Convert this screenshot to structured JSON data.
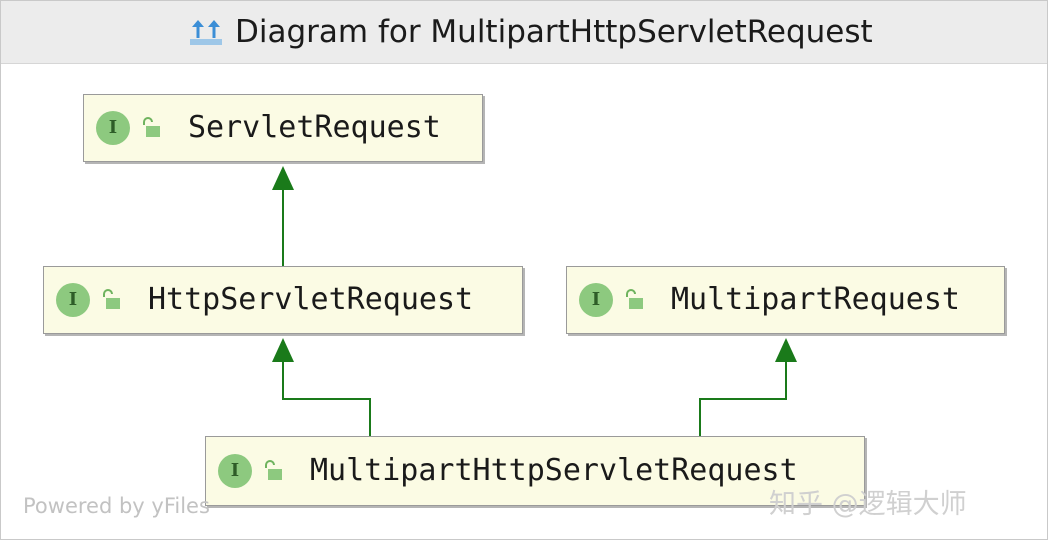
{
  "window": {
    "title": "Diagram for MultipartHttpServletRequest",
    "title_icon": "diagram-hierarchy-icon"
  },
  "nodes": [
    {
      "id": "servlet-request",
      "label": "ServletRequest",
      "kind_badge": "I",
      "visibility_icon": "unlocked-padlock-icon"
    },
    {
      "id": "http-servlet-request",
      "label": "HttpServletRequest",
      "kind_badge": "I",
      "visibility_icon": "unlocked-padlock-icon"
    },
    {
      "id": "multipart-request",
      "label": "MultipartRequest",
      "kind_badge": "I",
      "visibility_icon": "unlocked-padlock-icon"
    },
    {
      "id": "multipart-http-servlet-request",
      "label": "MultipartHttpServletRequest",
      "kind_badge": "I",
      "visibility_icon": "unlocked-padlock-icon"
    }
  ],
  "edges": [
    {
      "from": "http-servlet-request",
      "to": "servlet-request",
      "type": "extends"
    },
    {
      "from": "multipart-http-servlet-request",
      "to": "http-servlet-request",
      "type": "extends"
    },
    {
      "from": "multipart-http-servlet-request",
      "to": "multipart-request",
      "type": "extends"
    }
  ],
  "colors": {
    "node_fill": "#fbfbe4",
    "edge": "#1a7a1a",
    "badge": "#8dc97f"
  },
  "footer": {
    "powered_by": "Powered by yFiles"
  },
  "watermark": {
    "text": "知乎 @逻辑大师"
  }
}
